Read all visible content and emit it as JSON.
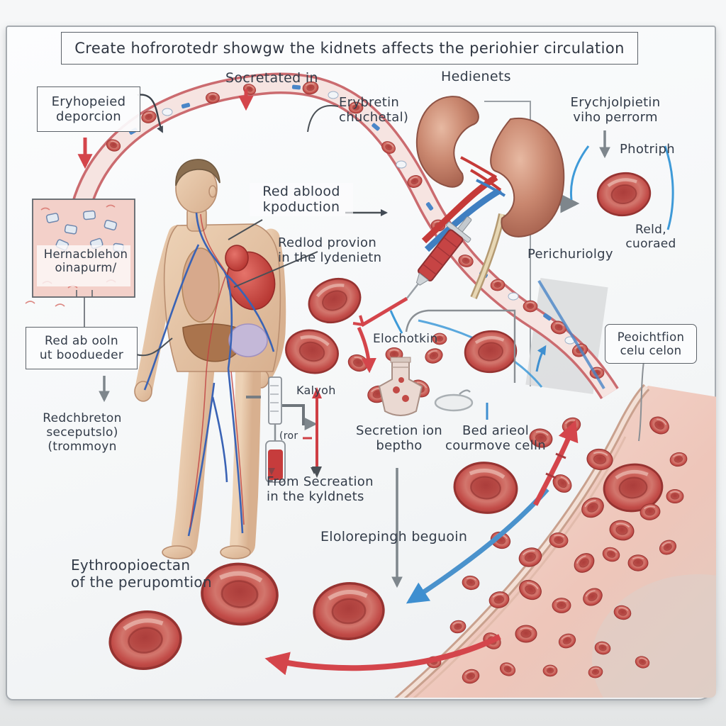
{
  "title": "Create hofrorotedr showgw the kidnets affects the periohier circulation",
  "labels": {
    "eryhopeied": "Eryhopeied\ndeporcion",
    "socretated": "Socretated in",
    "erybretin": "Erybretin\nchuchetal)",
    "hedienets": "Hedienets",
    "erychjolpietin": "Erychjolpietin\nviho perrorm",
    "photriph": "Photriph",
    "reld_cuoraed": "Reld,\ncuoraed",
    "perichuriolgy": "Perichuriolgy",
    "peoichtfion": "Peoichtfion\ncelu celon",
    "hernacblehon": "Hernacblehon\noinapurm/",
    "red_ab_ooln": "Red ab ooln\nut boodueder",
    "redchbreton": "Redchbreton\nseceputslo)\n(trommoyn",
    "red_ablood": "Red ablood\nkpoduction",
    "redlod": "Redlod provion\nin the lydenietn",
    "elochotkin": "Elochotkin",
    "kalyoh": "Kalyoh",
    "ror": "(ror",
    "secretion": "Secretion ion\nbeptho",
    "bed_arieol": "Bed arieol\ncourmove celln",
    "from_secreation": "From Secreation\nin the kyldnets",
    "elolorepingh": "Elolorepingh beguoin",
    "eythroopioectan": "Eythroopioectan\nof the perupomtion"
  }
}
